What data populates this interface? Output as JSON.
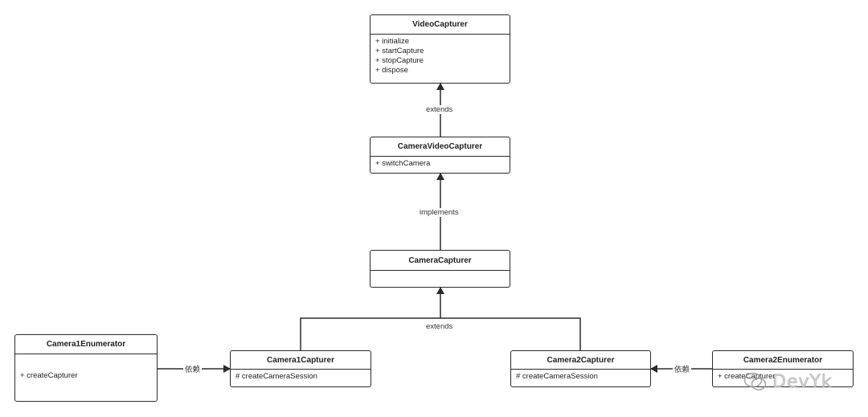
{
  "classes": {
    "video_capturer": {
      "name": "VideoCapturer",
      "methods": [
        "+ initialize",
        "+ startCapture",
        "+ stopCapture",
        "+ dispose"
      ]
    },
    "camera_video_capturer": {
      "name": "CameraVideoCapturer",
      "methods": [
        "+ switchCamera"
      ]
    },
    "camera_capturer": {
      "name": "CameraCapturer",
      "methods": []
    },
    "camera1_capturer": {
      "name": "Camera1Capturer",
      "methods": [
        "# createCameraSession"
      ]
    },
    "camera2_capturer": {
      "name": "Camera2Capturer",
      "methods": [
        "# createCameraSession"
      ]
    },
    "camera1_enumerator": {
      "name": "Camera1Enumerator",
      "methods": [
        "+ createCapturer"
      ]
    },
    "camera2_enumerator": {
      "name": "Camera2Enumerator",
      "methods": [
        "+ createCapturer"
      ]
    }
  },
  "relations": {
    "extends_top": "extends",
    "implements": "implements",
    "extends_bottom": "extends",
    "depends_left": "依赖",
    "depends_right": "依赖"
  },
  "watermark": {
    "text": "DevYk"
  }
}
